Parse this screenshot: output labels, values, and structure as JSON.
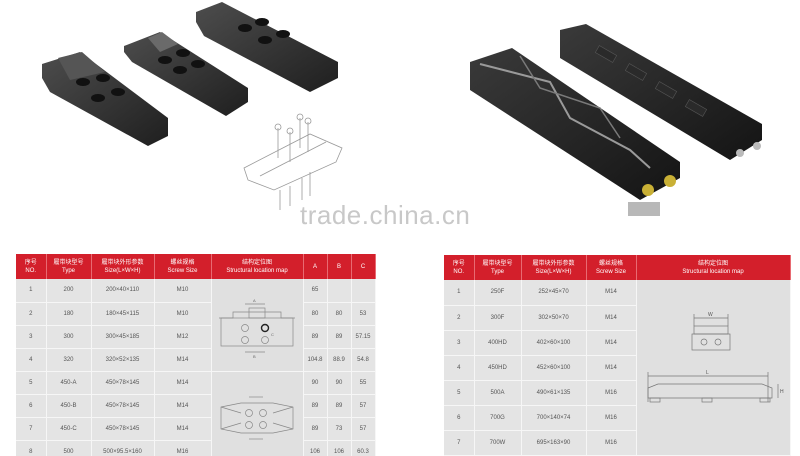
{
  "watermark": "trade.china.cn",
  "left_photo": {
    "description": "three black rubber track pads with bolt holes and mounting diagram",
    "pad_count": 3
  },
  "right_photo": {
    "description": "two long black clip-on rubber track pads with bolts",
    "pad_count": 2
  },
  "table_left": {
    "headers": [
      {
        "cn": "序号",
        "en": "NO."
      },
      {
        "cn": "履带块型号",
        "en": "Type"
      },
      {
        "cn": "履带块外形参数",
        "en": "Size(L×W×H)"
      },
      {
        "cn": "螺丝规格",
        "en": "Screw Size"
      },
      {
        "cn": "结构定位图",
        "en": "Structural location map"
      },
      {
        "cn": "",
        "en": "A"
      },
      {
        "cn": "",
        "en": "B"
      },
      {
        "cn": "",
        "en": "C"
      }
    ],
    "rows": [
      {
        "no": "1",
        "type": "200",
        "size": "200×40×110",
        "screw": "M10",
        "a": "65",
        "b": "",
        "c": ""
      },
      {
        "no": "2",
        "type": "180",
        "size": "180×45×115",
        "screw": "M10",
        "a": "80",
        "b": "80",
        "c": "53"
      },
      {
        "no": "3",
        "type": "300",
        "size": "300×45×185",
        "screw": "M12",
        "a": "89",
        "b": "89",
        "c": "57.15"
      },
      {
        "no": "4",
        "type": "320",
        "size": "320×52×135",
        "screw": "M14",
        "a": "104.8",
        "b": "88.9",
        "c": "54.8"
      },
      {
        "no": "5",
        "type": "450-A",
        "size": "450×78×145",
        "screw": "M14",
        "a": "90",
        "b": "90",
        "c": "55"
      },
      {
        "no": "6",
        "type": "450-B",
        "size": "450×78×145",
        "screw": "M14",
        "a": "89",
        "b": "89",
        "c": "57"
      },
      {
        "no": "7",
        "type": "450-C",
        "size": "450×78×145",
        "screw": "M14",
        "a": "89",
        "b": "73",
        "c": "57"
      },
      {
        "no": "8",
        "type": "500",
        "size": "500×95.5×160",
        "screw": "M16",
        "a": "106",
        "b": "106",
        "c": "60.3"
      }
    ]
  },
  "table_right": {
    "headers": [
      {
        "cn": "序号",
        "en": "NO."
      },
      {
        "cn": "履带块型号",
        "en": "Type"
      },
      {
        "cn": "履带块外形参数",
        "en": "Size(L×W×H)"
      },
      {
        "cn": "螺丝规格",
        "en": "Screw Size"
      },
      {
        "cn": "结构定位图",
        "en": "Structural location map"
      }
    ],
    "rows": [
      {
        "no": "1",
        "type": "250F",
        "size": "252×45×70",
        "screw": "M14"
      },
      {
        "no": "2",
        "type": "300F",
        "size": "302×50×70",
        "screw": "M14"
      },
      {
        "no": "3",
        "type": "400HD",
        "size": "402×60×100",
        "screw": "M14"
      },
      {
        "no": "4",
        "type": "450HD",
        "size": "452×60×100",
        "screw": "M14"
      },
      {
        "no": "5",
        "type": "500A",
        "size": "490×61×135",
        "screw": "M16"
      },
      {
        "no": "6",
        "type": "700G",
        "size": "700×140×74",
        "screw": "M16"
      },
      {
        "no": "7",
        "type": "700W",
        "size": "695×163×90",
        "screw": "M16"
      }
    ],
    "dimension_labels": {
      "width": "W",
      "length": "L",
      "height": "H"
    }
  },
  "map_left_labels": {
    "a": "A",
    "b": "B",
    "c": "C"
  },
  "colors": {
    "header_red": "#d31f2b",
    "cell_gray": "#e4e4e4"
  }
}
